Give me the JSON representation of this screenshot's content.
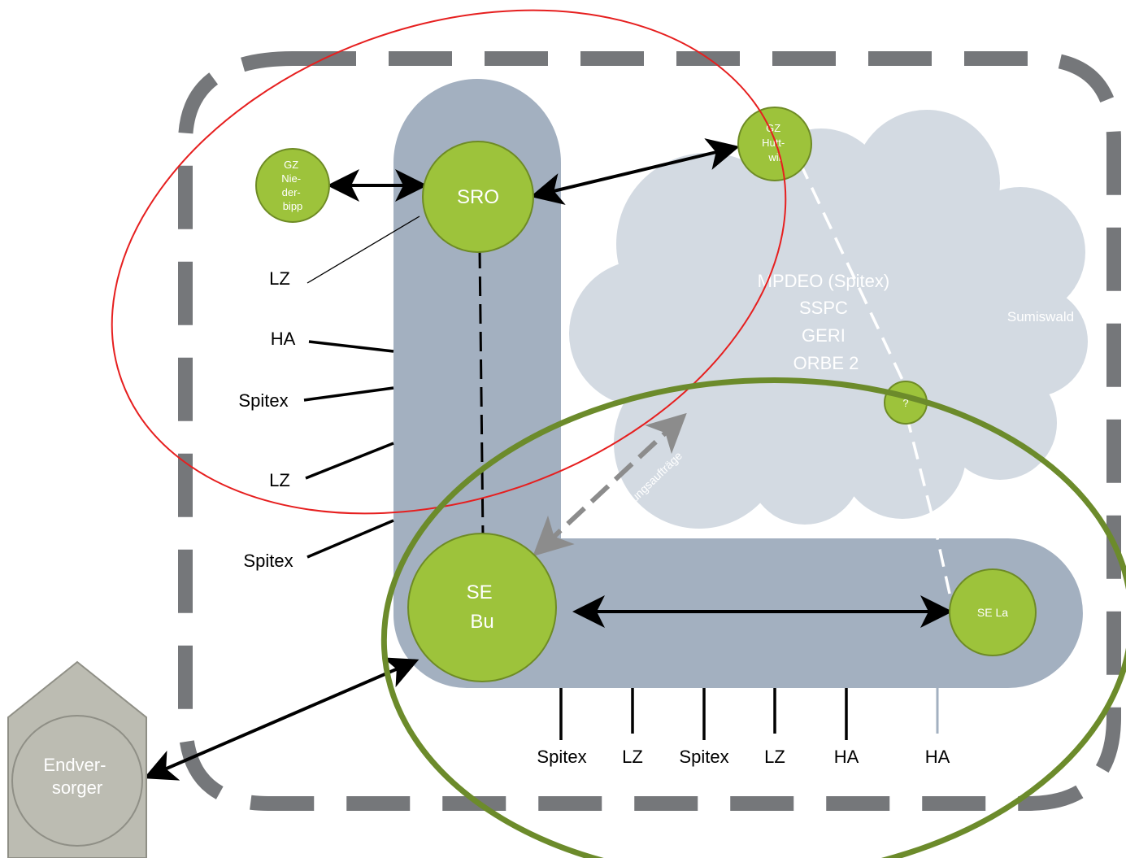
{
  "title_partial": "",
  "colors": {
    "corridor": "#a3b0c0",
    "cloud": "#d3dae2",
    "node_fill": "#9dc33b",
    "node_stroke": "#6e8b25",
    "dashed_border": "#75777a",
    "red_ellipse": "#e61f1f",
    "green_ellipse": "#6c8b2b",
    "house_fill": "#bcbcb2",
    "house_stroke": "#8f8f86",
    "arrow_gray": "#8c8c8c"
  },
  "nodes": {
    "sro": "SRO",
    "gz_niederbipp": [
      "GZ",
      "Nie-",
      "der-",
      "bipp"
    ],
    "gz_huttwil": [
      "GZ",
      "Hutt-",
      "wil"
    ],
    "question": "?",
    "se_bu": [
      "SE",
      "Bu"
    ],
    "se_la": "SE La",
    "endversorger": [
      "Endver-",
      "sorger"
    ]
  },
  "cloud": {
    "lines": [
      "MPDEO (Spitex)",
      "SSPC",
      "GERI",
      "ORBE 2"
    ],
    "side_label": "Sumiswald"
  },
  "arrow_label": "Leistungsaufträge",
  "left_labels": [
    "LZ",
    "HA",
    "Spitex",
    "LZ",
    "Spitex"
  ],
  "bottom_labels": [
    "Spitex",
    "LZ",
    "Spitex",
    "LZ",
    "HA",
    "HA"
  ]
}
